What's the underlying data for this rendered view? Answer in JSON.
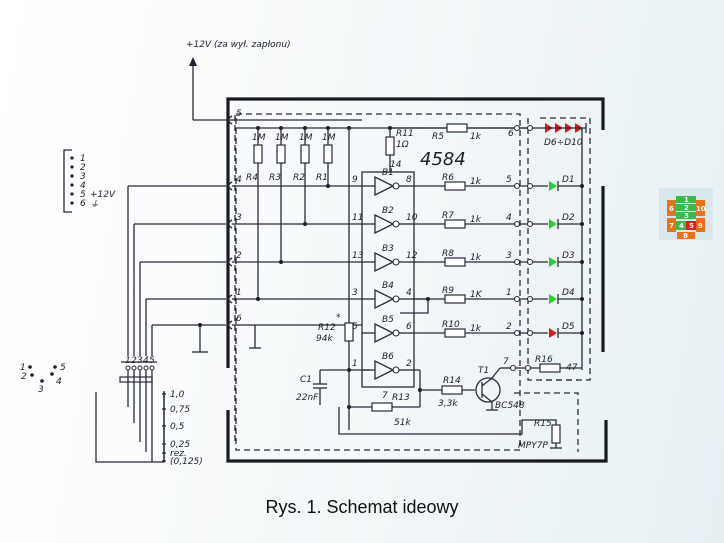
{
  "figure": {
    "caption": "Rys. 1. Schemat ideowy",
    "supply_label": "+12V (za wył. zapłonu)",
    "ic_label": "4584"
  },
  "connector_legend": {
    "pins": [
      "1",
      "2",
      "3",
      "4",
      "5",
      "6"
    ],
    "pin5_note": "+12V",
    "pin6_note": "⏚"
  },
  "socket_pinout": {
    "pins": [
      "1",
      "2",
      "3",
      "4",
      "5"
    ]
  },
  "level_sensor": {
    "scale": [
      "1,0",
      "0,75",
      "0,5",
      "0,25",
      "rez.",
      "(0,125)"
    ],
    "probe_pins": [
      "1",
      "2",
      "3",
      "4",
      "5"
    ]
  },
  "pullups": [
    {
      "name": "R4",
      "value": "1M"
    },
    {
      "name": "R3",
      "value": "1M"
    },
    {
      "name": "R2",
      "value": "1M"
    },
    {
      "name": "R1",
      "value": "1M"
    }
  ],
  "connector_pins": [
    "5",
    "4",
    "3",
    "2",
    "1",
    "6"
  ],
  "gates": [
    {
      "name": "B1",
      "in": "9",
      "out": "8"
    },
    {
      "name": "B2",
      "in": "11",
      "out": "10"
    },
    {
      "name": "B3",
      "in": "13",
      "out": "12"
    },
    {
      "name": "B4",
      "in": "3",
      "out": "4"
    },
    {
      "name": "B5",
      "in": "5",
      "out": "6"
    },
    {
      "name": "B6",
      "in": "1",
      "out": "2"
    }
  ],
  "ic_pins": {
    "vdd": "14",
    "gnd": "7"
  },
  "led_resistors": [
    {
      "name": "R6",
      "value": "1k",
      "pin": "5",
      "led": "D1"
    },
    {
      "name": "R7",
      "value": "1k",
      "pin": "4",
      "led": "D2"
    },
    {
      "name": "R8",
      "value": "1k",
      "pin": "3",
      "led": "D3"
    },
    {
      "name": "R9",
      "value": "1K",
      "pin": "1",
      "led": "D4"
    },
    {
      "name": "R10",
      "value": "1k",
      "pin": "2",
      "led": "D5"
    }
  ],
  "backlight": {
    "resistor": "R5",
    "value": "1k",
    "pin": "6",
    "leds": "D6÷D10"
  },
  "parts": {
    "R11": {
      "name": "R11",
      "value": "1Ω"
    },
    "R12": {
      "name": "R12",
      "value": "94k",
      "mark": "*"
    },
    "R13": {
      "name": "R13",
      "value": "51k"
    },
    "R14": {
      "name": "R14",
      "value": "3,3k"
    },
    "R15": {
      "name": "R15",
      "value": "MPY7P"
    },
    "R16": {
      "name": "R16",
      "value": "47",
      "pin": "7"
    },
    "C1": {
      "name": "C1",
      "value": "22nF"
    },
    "T1": {
      "name": "T1",
      "value": "BC548"
    }
  },
  "inset_display": {
    "segments": [
      "1",
      "2",
      "3",
      "4",
      "5",
      "6",
      "7",
      "8",
      "9",
      "10"
    ],
    "colors": {
      "green": "#3fb84a",
      "red": "#e02020",
      "orange": "#e8701e"
    }
  },
  "colors": {
    "led_green": "#2ecc2e",
    "led_red": "#e01818",
    "ink": "#1e1e2a"
  }
}
